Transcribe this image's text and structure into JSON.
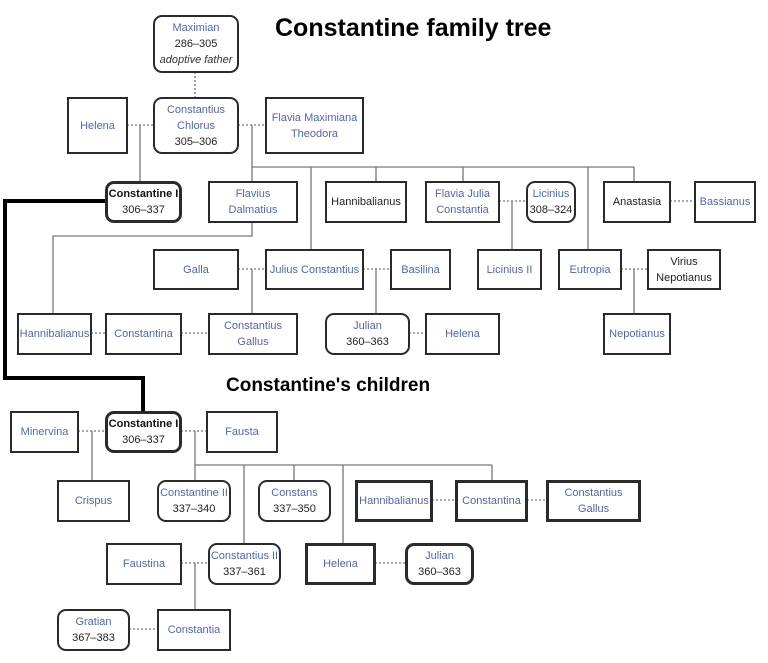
{
  "titles": {
    "main": "Constantine family tree",
    "children": "Constantine's children"
  },
  "colors": {
    "link_text": "#5566a0",
    "border": "#2a2a2a",
    "connector": "#777777",
    "emphasis_line": "#000000"
  },
  "family_tree": [
    {
      "id": "maximian",
      "rounded": true,
      "lines": [
        {
          "text": "Maximian",
          "style": "link"
        },
        {
          "text": "286–305"
        },
        {
          "text": "adoptive father",
          "style": "italic"
        }
      ]
    },
    {
      "id": "helena1",
      "lines": [
        {
          "text": "Helena",
          "style": "link"
        }
      ]
    },
    {
      "id": "chlorus",
      "rounded": true,
      "lines": [
        {
          "text": "Constantius",
          "style": "link"
        },
        {
          "text": "Chlorus",
          "style": "link"
        },
        {
          "text": "305–306"
        }
      ]
    },
    {
      "id": "theodora",
      "lines": [
        {
          "text": "Flavia Maximiana",
          "style": "link"
        },
        {
          "text": "Theodora",
          "style": "link"
        }
      ]
    },
    {
      "id": "constantine1",
      "rounded": true,
      "bold": true,
      "lines": [
        {
          "text": "Constantine I",
          "style": "strong"
        },
        {
          "text": "306–337"
        }
      ]
    },
    {
      "id": "dalmatius",
      "lines": [
        {
          "text": "Flavius",
          "style": "link"
        },
        {
          "text": "Dalmatius",
          "style": "link"
        }
      ]
    },
    {
      "id": "hannibalianus1",
      "lines": [
        {
          "text": "Hannibalianus"
        }
      ]
    },
    {
      "id": "fjconstantia",
      "lines": [
        {
          "text": "Flavia Julia",
          "style": "link"
        },
        {
          "text": "Constantia",
          "style": "link"
        }
      ]
    },
    {
      "id": "licinius",
      "rounded": true,
      "lines": [
        {
          "text": "Licinius",
          "style": "link"
        },
        {
          "text": "308–324"
        }
      ]
    },
    {
      "id": "anastasia",
      "lines": [
        {
          "text": "Anastasia"
        }
      ]
    },
    {
      "id": "bassianus",
      "lines": [
        {
          "text": "Bassianus",
          "style": "link"
        }
      ]
    },
    {
      "id": "galla",
      "lines": [
        {
          "text": "Galla",
          "style": "link"
        }
      ]
    },
    {
      "id": "julius",
      "lines": [
        {
          "text": "Julius Constantius",
          "style": "link"
        }
      ]
    },
    {
      "id": "basilina",
      "lines": [
        {
          "text": "Basilina",
          "style": "link"
        }
      ]
    },
    {
      "id": "licinius2",
      "lines": [
        {
          "text": "Licinius II",
          "style": "link"
        }
      ]
    },
    {
      "id": "eutropia",
      "lines": [
        {
          "text": "Eutropia",
          "style": "link"
        }
      ]
    },
    {
      "id": "virius",
      "lines": [
        {
          "text": "Virius"
        },
        {
          "text": "Nepotianus"
        }
      ]
    },
    {
      "id": "hannibalianus2",
      "lines": [
        {
          "text": "Hannibalianus",
          "style": "link"
        }
      ]
    },
    {
      "id": "constantina1",
      "lines": [
        {
          "text": "Constantina",
          "style": "link"
        }
      ]
    },
    {
      "id": "gallus1",
      "lines": [
        {
          "text": "Constantius",
          "style": "link"
        },
        {
          "text": "Gallus",
          "style": "link"
        }
      ]
    },
    {
      "id": "julian1",
      "rounded": true,
      "lines": [
        {
          "text": "Julian",
          "style": "link"
        },
        {
          "text": "360–363"
        }
      ]
    },
    {
      "id": "helena2",
      "lines": [
        {
          "text": "Helena",
          "style": "link"
        }
      ]
    },
    {
      "id": "nepotianus",
      "lines": [
        {
          "text": "Nepotianus",
          "style": "link"
        }
      ]
    }
  ],
  "children_tree": [
    {
      "id": "minervina",
      "lines": [
        {
          "text": "Minervina",
          "style": "link"
        }
      ]
    },
    {
      "id": "constantine1b",
      "rounded": true,
      "bold": true,
      "lines": [
        {
          "text": "Constantine I",
          "style": "strong"
        },
        {
          "text": "306–337"
        }
      ]
    },
    {
      "id": "fausta",
      "lines": [
        {
          "text": "Fausta",
          "style": "link"
        }
      ]
    },
    {
      "id": "crispus",
      "lines": [
        {
          "text": "Crispus",
          "style": "link"
        }
      ]
    },
    {
      "id": "constantine2",
      "rounded": true,
      "lines": [
        {
          "text": "Constantine II",
          "style": "link"
        },
        {
          "text": "337–340"
        }
      ]
    },
    {
      "id": "constans",
      "rounded": true,
      "lines": [
        {
          "text": "Constans",
          "style": "link"
        },
        {
          "text": "337–350"
        }
      ]
    },
    {
      "id": "hannibalianus3",
      "bold": true,
      "lines": [
        {
          "text": "Hannibalianus",
          "style": "link"
        }
      ]
    },
    {
      "id": "constantina2",
      "bold": true,
      "lines": [
        {
          "text": "Constantina",
          "style": "link"
        }
      ]
    },
    {
      "id": "gallus2",
      "bold": true,
      "lines": [
        {
          "text": "Constantius Gallus",
          "style": "link"
        }
      ]
    },
    {
      "id": "faustina",
      "lines": [
        {
          "text": "Faustina",
          "style": "link"
        }
      ]
    },
    {
      "id": "constantius2",
      "rounded": true,
      "lines": [
        {
          "text": "Constantius II",
          "style": "link"
        },
        {
          "text": "337–361"
        }
      ]
    },
    {
      "id": "helena3",
      "bold": true,
      "lines": [
        {
          "text": "Helena",
          "style": "link"
        }
      ]
    },
    {
      "id": "julian2",
      "rounded": true,
      "bold": true,
      "lines": [
        {
          "text": "Julian",
          "style": "link"
        },
        {
          "text": "360–363"
        }
      ]
    },
    {
      "id": "gratian",
      "rounded": true,
      "lines": [
        {
          "text": "Gratian",
          "style": "link"
        },
        {
          "text": "367–383"
        }
      ]
    },
    {
      "id": "constantia2",
      "lines": [
        {
          "text": "Constantia",
          "style": "link"
        }
      ]
    }
  ]
}
